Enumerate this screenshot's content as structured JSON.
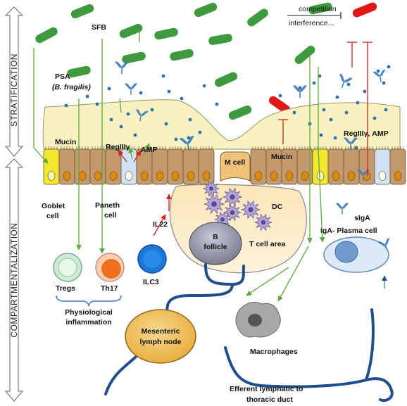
{
  "side_labels": {
    "top": "STRATIFICATION",
    "bottom": "COMPARTMENTALIZATION"
  },
  "labels": {
    "competition": "competition",
    "interference": "interference...",
    "sfb": "SFB",
    "psa": "PSA",
    "b_fragilis": "(B. fragilis)",
    "mucin_left": "Mucin",
    "mucin_right": "Mucin",
    "regiii_left": "RegIIIγ",
    "amp_left": "AMP",
    "regiii_amp_right": "RegIIIγ, AMP",
    "m_cell": "M cell",
    "dc": "DC",
    "goblet_line1": "Goblet",
    "goblet_line2": "cell",
    "paneth_line1": "Paneth",
    "paneth_line2": "cell",
    "il22": "IL22",
    "ilc3": "ILC3",
    "b_follicle_line1": "B",
    "b_follicle_line2": "follicle",
    "t_cell_area": "T cell area",
    "siga": "sIgA",
    "iga_plasma": "IgA- Plasma cell",
    "tregs": "Tregs",
    "th17": "Th17",
    "physio_line1": "Physiological",
    "physio_line2": "inflammation",
    "mln_line1": "Mesenteric",
    "mln_line2": "lymph node",
    "macrophages": "Macrophages",
    "efferent_line1": "Efferent lymphatic to",
    "efferent_line2": "thoracic duct"
  },
  "colors": {
    "bacteria": "#3f9a3f",
    "pathogen": "#e01818",
    "mucus": "#f7f2c0",
    "epithelium": "#c49a6c",
    "nucleus": "#d98a10",
    "goblet": "#f3e830",
    "paneth": "#cfe3f4",
    "arrow_green": "#5aaa3a",
    "arrow_red": "#d42020",
    "dc": "#b4a8d8",
    "lymphatic": "#1f4e8a",
    "node": "#f0c060",
    "tregs": "#cfeccd",
    "th17": "#f07020",
    "ilc3": "#1c78d8",
    "plasma": "#dce9f6",
    "macrophage": "#a8a8a8",
    "antibody": "#3d7cc0"
  }
}
